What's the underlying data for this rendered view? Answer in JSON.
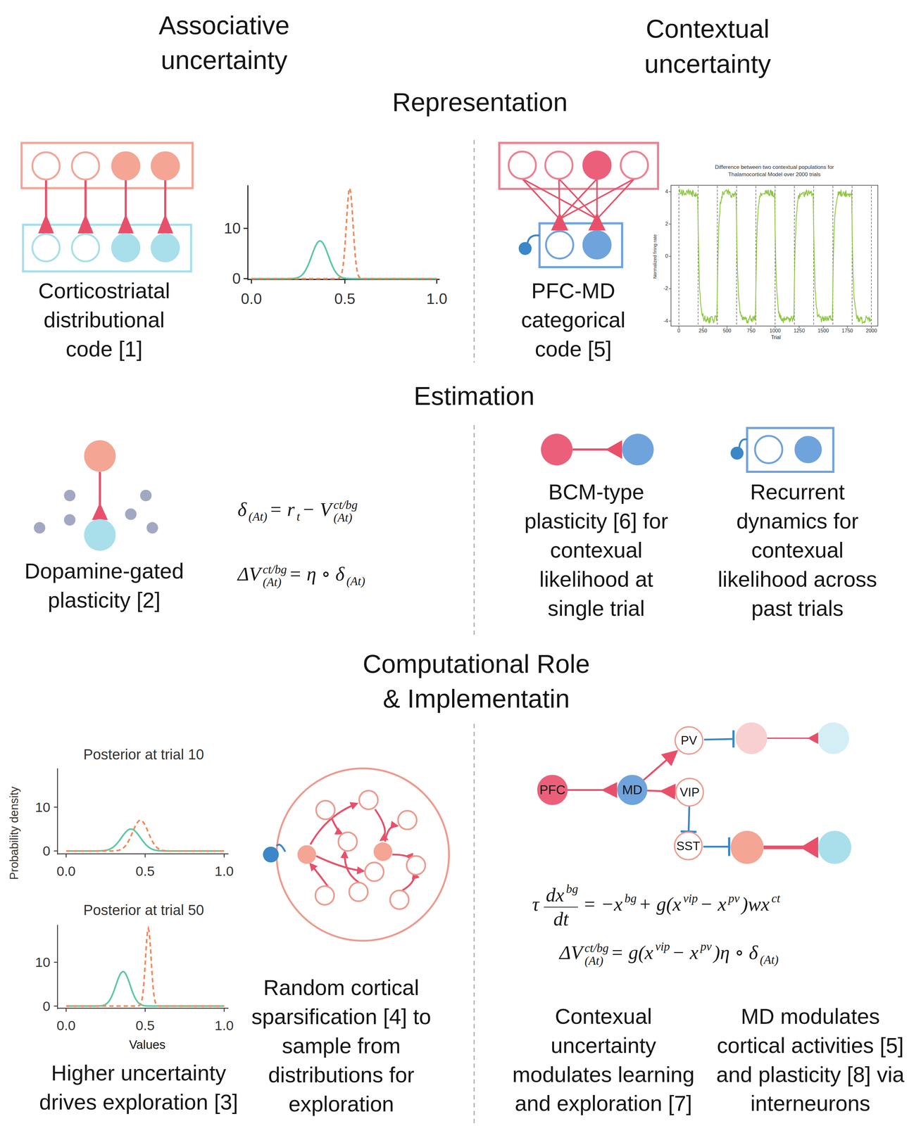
{
  "diagram": {
    "nodes": [
      {
        "text": [
          "PV"
        ]
      },
      {
        "text": [
          "VIP"
        ]
      },
      {
        "text": [
          "SST"
        ]
      },
      {
        "text": [
          "PFC"
        ]
      },
      {
        "text": [
          "MD"
        ]
      }
    ],
    "edges": [
      {
        "from": 3,
        "to": 4,
        "arrow": "to"
      },
      {
        "from": 4,
        "to": 0,
        "arrow": "to"
      },
      {
        "from": 4,
        "to": 1,
        "arrow": "to"
      },
      {
        "from": 1,
        "to": 2,
        "arrow": "to"
      }
    ],
    "labels": [
      "Associative uncertainty",
      "Contextual uncertainty",
      "Representation",
      "Corticostriatal distributional code [1]",
      "PFC-MD categorical code [5]",
      "Estimation",
      "Dopamine-gated plasticity [2]",
      "BCM-type plasticity [6] for contexual likelihood at single trial",
      "Recurrent dynamics for contexual likelihood across past trials",
      "Computational Role & Implementatin",
      "Posterior at trial 10",
      "Probability density",
      "10",
      "0",
      "0.0",
      "0.5",
      "1.0",
      "Posterior at trial 50",
      "10",
      "0",
      "0.0",
      "0.5",
      "1.0",
      "Values",
      "Higher uncertainty drives exploration [3]",
      "Random cortical sparsification [4] to sample from distributions for exploration",
      "Contexual uncertainty modulates learning and exploration [7]",
      "MD modulates cortical activities [5] and plasticity [8] via interneurons",
      "10",
      "0",
      "0.0",
      "0.5",
      "1.0",
      "Difference between two contextual populations for Thalamocortical Model over 2000 trials",
      "Normalized firing rate",
      "4",
      "2",
      "0",
      "-2",
      "-4",
      "0",
      "250",
      "500",
      "750",
      "1000",
      "1250",
      "1500",
      "1750",
      "2000",
      "Trial",
      "δ",
      "(At)",
      "= r",
      "t",
      "− V",
      "ct/bg",
      "(At)",
      "ΔV",
      "ct/bg",
      "(At)",
      "= η ∘ δ",
      "(At)",
      "τ",
      "dx",
      "bg",
      "dt",
      "= −x",
      "bg",
      "+ g(x",
      "vip",
      "− x",
      "pv",
      ")wx",
      "ct",
      "ΔV",
      "ct/bg",
      "(At)",
      "= g(x",
      "vip",
      "− x",
      "pv",
      ")η ∘ δ",
      "(At)"
    ]
  }
}
